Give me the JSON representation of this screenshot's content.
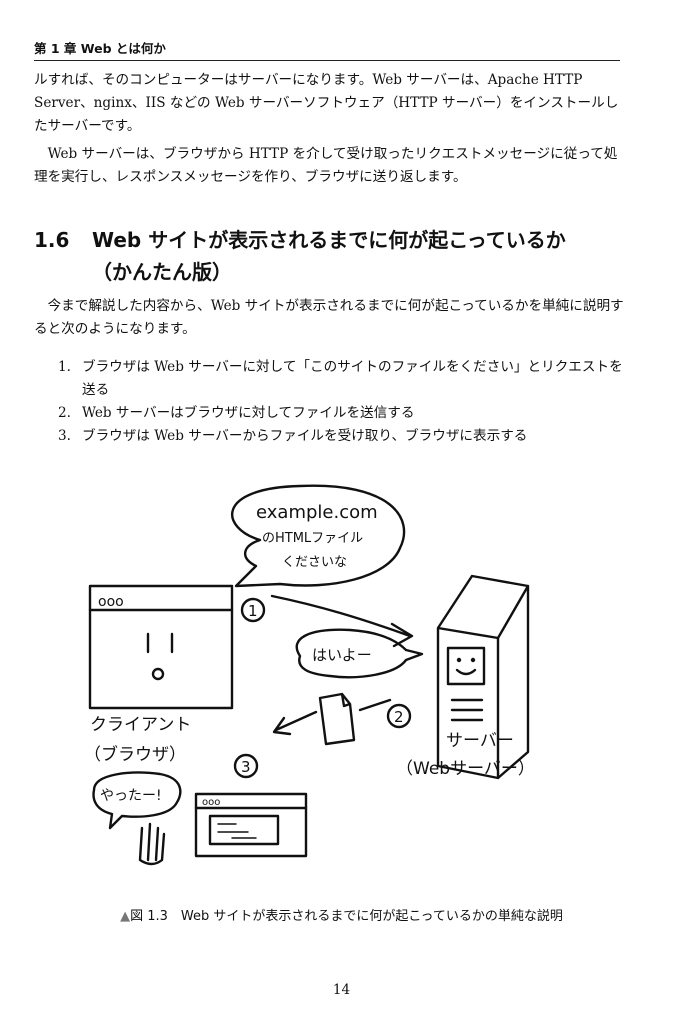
{
  "running_head": "第 1 章 Web とは何か",
  "paragraphs": {
    "p1": "ルすれば、そのコンピューターはサーバーになります。Web サーバーは、Apache HTTP Server、nginx、IIS などの Web サーバーソフトウェア（HTTP サーバー）をインストールしたサーバーです。",
    "p2": "Web サーバーは、ブラウザから HTTP を介して受け取ったリクエストメッセージに従って処理を実行し、レスポンスメッセージを作り、ブラウザに送り返します。"
  },
  "section": {
    "number": "1.6",
    "title_line1": "Web サイトが表示されるまでに何が起こっているか",
    "title_line2": "（かんたん版）",
    "intro": "今まで解説した内容から、Web サイトが表示されるまでに何が起こっているかを単純に説明すると次のようになります。",
    "steps": [
      {
        "num": "1.",
        "text": "ブラウザは Web サーバーに対して「このサイトのファイルをください」とリクエストを送る"
      },
      {
        "num": "2.",
        "text": "Web サーバーはブラウザに対してファイルを送信する"
      },
      {
        "num": "3.",
        "text": "ブラウザは Web サーバーからファイルを受け取り、ブラウザに表示する"
      }
    ]
  },
  "figure": {
    "bubble_request": [
      "example.com",
      "のHTMLファイル",
      "くださいな"
    ],
    "bubble_reply": "はいよー",
    "bubble_client": "やったー!",
    "step1": "1",
    "step2": "2",
    "step3": "3",
    "client_label": [
      "クライアント",
      "（ブラウザ）"
    ],
    "server_label": [
      "サーバー",
      "（Webサーバー）"
    ],
    "browser_dots": "ooo",
    "small_browser_dots": "ooo",
    "caption_marker": "▲",
    "caption_text": "図 1.3　Web サイトが表示されるまでに何が起こっているかの単純な説明"
  },
  "page_number": "14"
}
